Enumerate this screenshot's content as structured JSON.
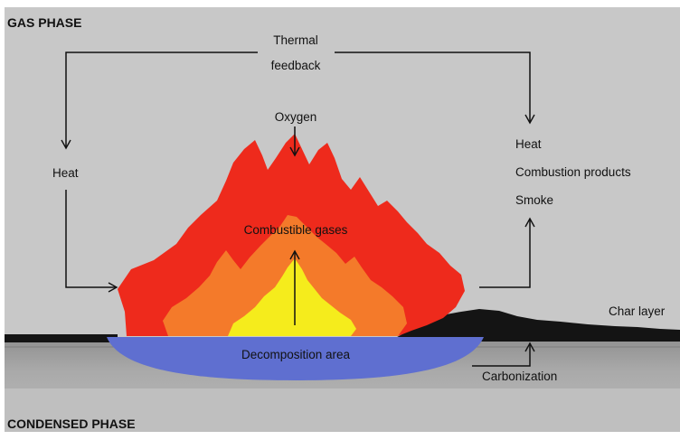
{
  "labels": {
    "gas_phase": "GAS PHASE",
    "condensed_phase": "CONDENSED PHASE",
    "thermal_feedback_line1": "Thermal",
    "thermal_feedback_line2": "feedback",
    "oxygen": "Oxygen",
    "heat_left": "Heat",
    "heat_right": "Heat",
    "combustion_products": "Combustion products",
    "smoke": "Smoke",
    "combustible_gases": "Combustible gases",
    "decomposition_area": "Decomposition area",
    "char_layer": "Char layer",
    "carbonization": "Carbonization"
  },
  "colors": {
    "gas_background": "#c8c8c8",
    "flame_outer": "#ee2a1c",
    "flame_middle": "#f47a2a",
    "flame_inner": "#f5ec1c",
    "decomposition": "#5f6fd0",
    "char": "#141414",
    "arrow": "#111111"
  }
}
